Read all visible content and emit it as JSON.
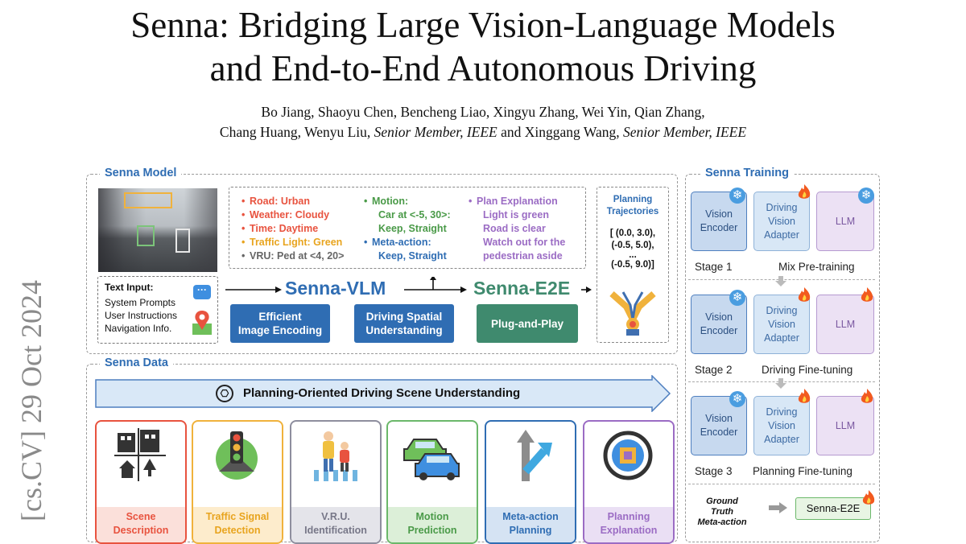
{
  "title_line1": "Senna: Bridging Large Vision-Language Models",
  "title_line2": "and End-to-End Autonomous Driving",
  "authors_line1": "Bo Jiang, Shaoyu Chen, Bencheng Liao, Xingyu Zhang, Wei Yin, Qian Zhang,",
  "authors_line2_a": "Chang Huang, Wenyu Liu, ",
  "authors_line2_b": "Senior Member, IEEE",
  "authors_line2_c": " and Xinggang Wang, ",
  "authors_line2_d": "Senior Member, IEEE",
  "arxiv_stamp": "[cs.CV]   29 Oct 2024",
  "figure": {
    "senna_model_label": "Senna Model",
    "senna_data_label": "Senna Data",
    "senna_training_label": "Senna Training",
    "scene_attrs": [
      {
        "text": "Road: Urban",
        "color": "#e8533f"
      },
      {
        "text": "Weather: Cloudy",
        "color": "#e8533f"
      },
      {
        "text": "Time: Daytime",
        "color": "#e8533f"
      },
      {
        "text": "Traffic Light: Green",
        "color": "#e8a41e"
      },
      {
        "text": "VRU: Ped at <4, 20>",
        "color": "#666666"
      }
    ],
    "motion_title": "Motion:",
    "motion_text_1": "Car at <-5, 30>:",
    "motion_text_2": "Keep, Straight",
    "meta_title": "Meta-action:",
    "meta_text": "Keep, Straight",
    "plan_title": "Plan Explanation",
    "plan_lines": [
      "Light is green",
      "Road is clear",
      "Watch out for the",
      "pedestrian aside"
    ],
    "planning_traj_title_1": "Planning",
    "planning_traj_title_2": "Trajectories",
    "traj_lines": [
      "[ (0.0, 3.0),",
      "(-0.5, 5.0),",
      "...",
      "(-0.5, 9.0)]"
    ],
    "text_input_title": "Text Input:",
    "text_input_lines": [
      "System Prompts",
      "User Instructions",
      "Navigation Info."
    ],
    "senna_vlm": "Senna-VLM",
    "senna_e2e": "Senna-E2E",
    "btn_efficient_1": "Efficient",
    "btn_efficient_2": "Image Encoding",
    "btn_spatial_1": "Driving Spatial",
    "btn_spatial_2": "Understanding",
    "btn_plug": "Plug-and-Play",
    "banner": "Planning-Oriented Driving Scene Understanding",
    "cards": [
      {
        "l1": "Scene",
        "l2": "Description",
        "border": "#e8533f",
        "bg": "#fbe0da",
        "fg": "#e8533f"
      },
      {
        "l1": "Traffic Signal",
        "l2": "Detection",
        "border": "#f0b23c",
        "bg": "#fdeccc",
        "fg": "#e8a41e"
      },
      {
        "l1": "V.R.U.",
        "l2": "Identification",
        "border": "#8e8e9e",
        "bg": "#e4e4ea",
        "fg": "#777788"
      },
      {
        "l1": "Motion",
        "l2": "Prediction",
        "border": "#6bb86a",
        "bg": "#dcefd8",
        "fg": "#4a9a48"
      },
      {
        "l1": "Meta-action",
        "l2": "Planning",
        "border": "#2f6db3",
        "bg": "#d5e3f3",
        "fg": "#2f6db3"
      },
      {
        "l1": "Planning",
        "l2": "Explanation",
        "border": "#9b6cc4",
        "bg": "#eadff4",
        "fg": "#9b6cc4"
      }
    ],
    "vision_encoder_1": "Vision",
    "vision_encoder_2": "Encoder",
    "adapter_1": "Driving",
    "adapter_2": "Vision",
    "adapter_3": "Adapter",
    "llm": "LLM",
    "stages": [
      {
        "num": "Stage 1",
        "name": "Mix Pre-training"
      },
      {
        "num": "Stage 2",
        "name": "Driving Fine-tuning"
      },
      {
        "num": "Stage 3",
        "name": "Planning Fine-tuning"
      }
    ],
    "gt_1": "Ground Truth",
    "gt_2": "Meta-action",
    "senna_e2e_box": "Senna-E2E"
  }
}
